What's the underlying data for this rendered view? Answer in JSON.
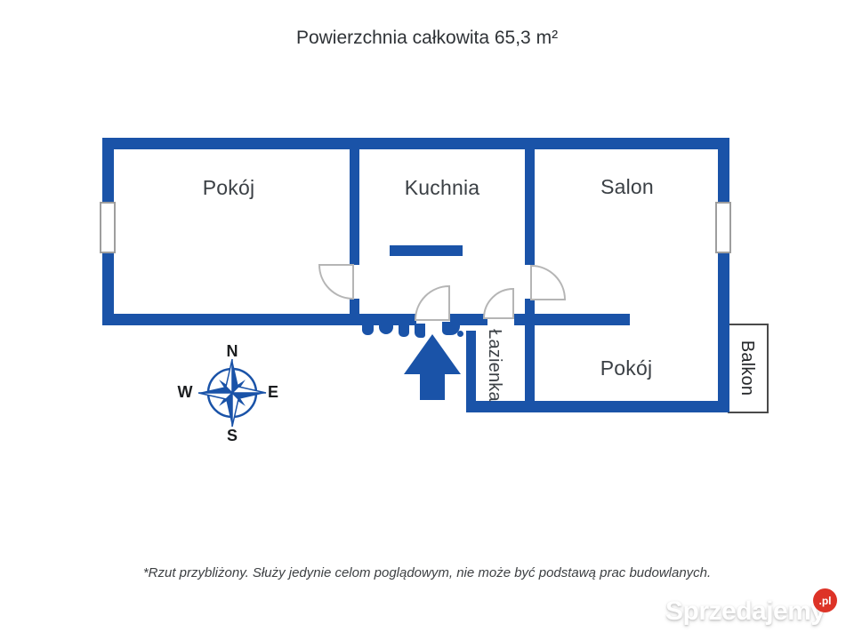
{
  "title": "Powierzchnia całkowita 65,3 m²",
  "plan": {
    "rooms": {
      "room1": "Pokój",
      "kitchen": "Kuchnia",
      "livingroom": "Salon",
      "room2": "Pokój",
      "bathroom": "Łazienka",
      "balcony": "Balkon"
    },
    "compass": {
      "north": "N",
      "east": "E",
      "south": "S",
      "west": "W"
    },
    "colors": {
      "wall": "#1a53a8",
      "door_outline": "#b5b5b5",
      "balcony_border": "#4a4a4a"
    }
  },
  "footer": {
    "disclaimer": "*Rzut przybliżony. Służy jedynie celom poglądowym, nie może być podstawą prac budowlanych."
  },
  "branding": {
    "site": "Sprzedajemy",
    "badge": ".pl",
    "badge_color": "#dd3327"
  }
}
